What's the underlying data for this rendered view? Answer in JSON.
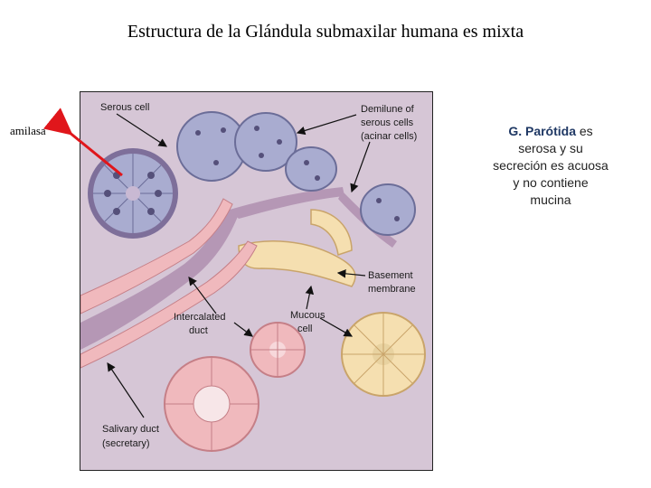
{
  "title": "Estructura de la Glándula submaxilar humana es mixta",
  "side_label": "amilasa",
  "note": {
    "bold": "G. Parótida",
    "rest_line1": " es",
    "line2": "serosa y su",
    "line3": "secreción es acuosa",
    "line4": "y no contiene",
    "line5": "mucina"
  },
  "diagram": {
    "serous_cell": "Serous cell",
    "demilune": [
      "Demilune of",
      "serous cells",
      "(acinar cells)"
    ],
    "basement": [
      "Basement",
      "membrane"
    ],
    "mucous": [
      "Mucous",
      "cell"
    ],
    "intercalated": [
      "Intercalated",
      "duct"
    ],
    "salivary": [
      "Salivary duct",
      "(secretary)"
    ]
  },
  "colors": {
    "background": "#d6c6d6",
    "serous": "#a9acd0",
    "mucous": "#f5dfb0",
    "duct": "#f0b9bd",
    "arrow_red": "#e0161b"
  }
}
